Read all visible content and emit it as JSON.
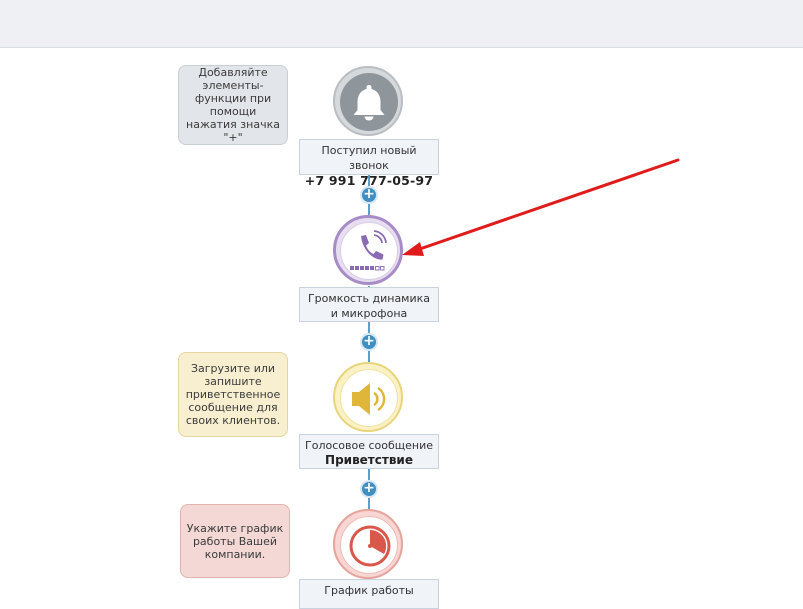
{
  "hints": {
    "add_elements": "Добавляйте элементы-функции при помощи нажатия значка \"+\"",
    "upload_greeting": "Загрузите или запишите приветственное сообщение для своих клиентов.",
    "schedule": "Укажите график работы Вашей компании."
  },
  "nodes": {
    "incoming_call": {
      "title": "Поступил новый звонок",
      "phone": "+7 991 777-05-97",
      "icon": "bell-icon",
      "color": "#8e959b"
    },
    "volume": {
      "title": "Громкость динамика и микрофона",
      "icon": "phone-volume-icon",
      "color": "#8a6bb3"
    },
    "voice_message": {
      "title": "Голосовое сообщение",
      "subtitle": "Приветствие",
      "icon": "speaker-icon",
      "color": "#e0b63a"
    },
    "schedule": {
      "title": "График работы",
      "icon": "clock-icon",
      "color": "#d9574b"
    }
  },
  "add_button": {
    "label": "+"
  },
  "annotation": {
    "arrow_color": "#e01b1b"
  }
}
